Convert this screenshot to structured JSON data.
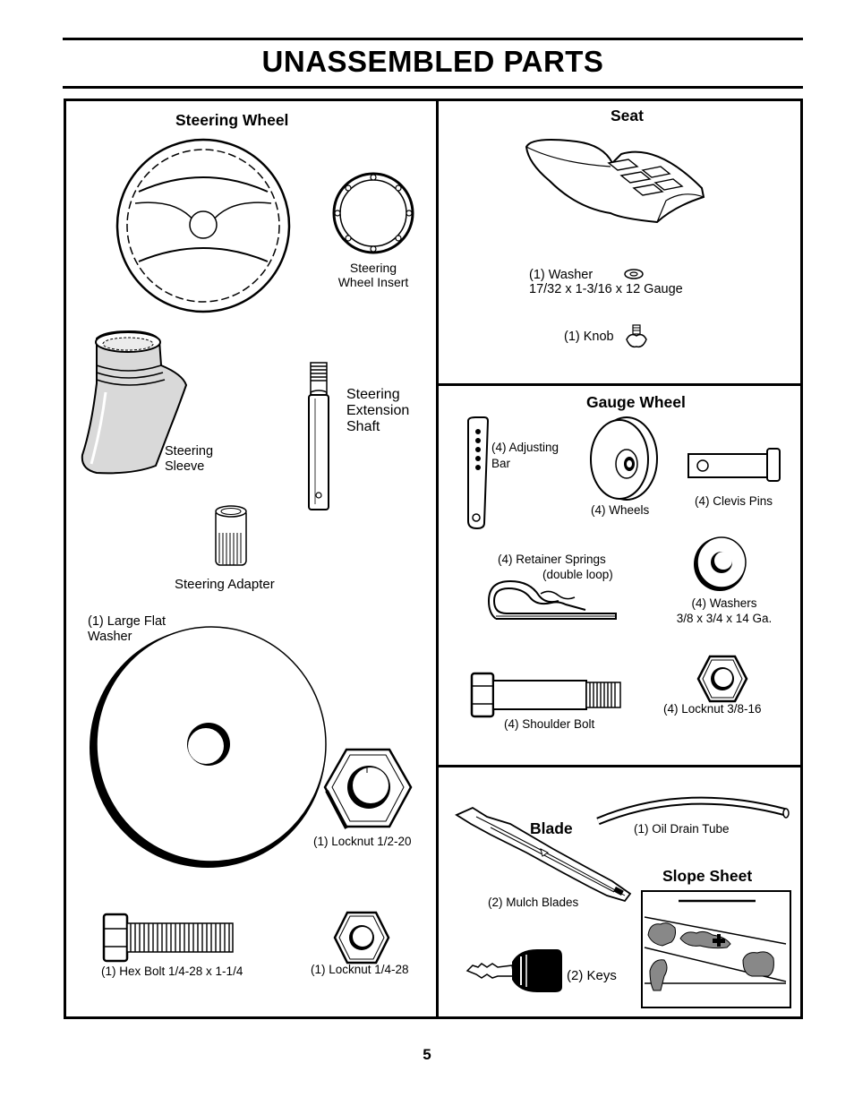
{
  "title": "UNASSEMBLED PARTS",
  "page_number": "5",
  "steering": {
    "heading": "Steering Wheel",
    "wheel_insert": "Steering\nWheel Insert",
    "sleeve": "Steering\nSleeve",
    "extension_shaft": "Steering\nExtension\nShaft",
    "adapter": "Steering Adapter",
    "large_flat_washer": "(1) Large Flat\nWasher",
    "locknut_half": "(1) Locknut  1/2-20",
    "hex_bolt": "(1) Hex Bolt  1/4-28 x 1-1/4",
    "locknut_quarter": "(1) Locknut  1/4-28"
  },
  "seat": {
    "heading": "Seat",
    "washer": "(1) Washer\n17/32 x 1-3/16 x 12 Gauge",
    "knob": "(1) Knob"
  },
  "gauge_wheel": {
    "heading": "Gauge Wheel",
    "adjusting_bar": "(4) Adjusting\nBar",
    "wheels": "(4) Wheels",
    "clevis_pins": "(4) Clevis Pins",
    "retainer_springs": "(4)  Retainer Springs",
    "retainer_springs_note": "(double loop)",
    "washers": "(4) Washers\n3/8 x 3/4 x 14 Ga.",
    "shoulder_bolt": "(4) Shoulder Bolt",
    "locknut": "(4) Locknut  3/8-16"
  },
  "misc": {
    "blade_heading": "Blade",
    "oil_drain_tube": "(1) Oil Drain Tube",
    "slope_sheet_heading": "Slope Sheet",
    "mulch_blades": "(2) Mulch Blades",
    "keys": "(2) Keys"
  }
}
